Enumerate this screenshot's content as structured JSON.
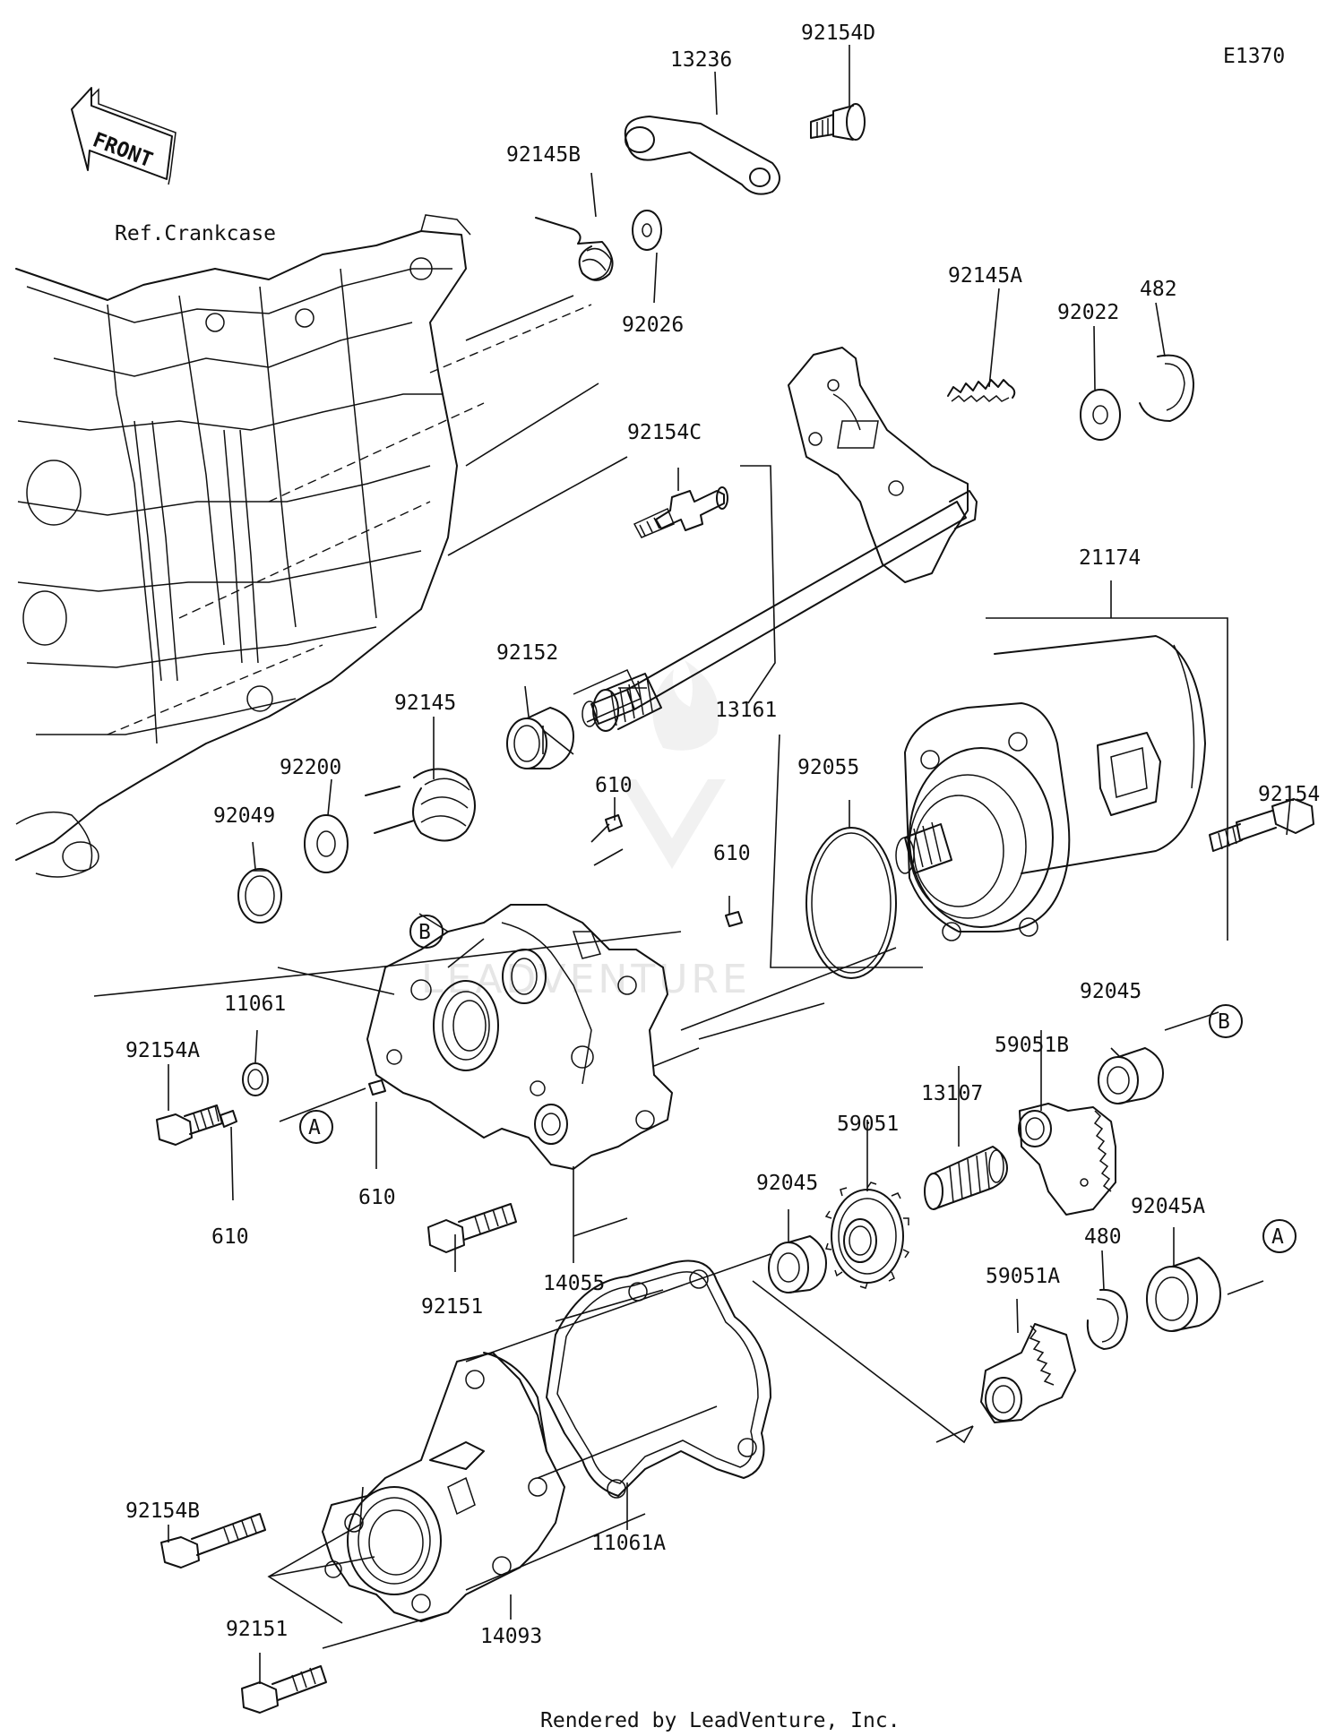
{
  "diagram_id": "E1370",
  "footer": "Rendered by LeadVenture, Inc.",
  "watermark": "LEADVENTURE",
  "front_label": "FRONT",
  "ref_label": "Ref.Crankcase",
  "callouts": {
    "a": "A",
    "b": "B"
  },
  "parts": {
    "p13236": "13236",
    "p92154D": "92154D",
    "p92145B": "92145B",
    "p92026": "92026",
    "p482": "482",
    "p92145A": "92145A",
    "p92022": "92022",
    "p92154C": "92154C",
    "p21174": "21174",
    "p92152": "92152",
    "p13161": "13161",
    "p92145": "92145",
    "p92200": "92200",
    "p92049": "92049",
    "p610a": "610",
    "p610b": "610",
    "p610c": "610",
    "p610d": "610",
    "p92055": "92055",
    "p92154": "92154",
    "p11061": "11061",
    "p92154A": "92154A",
    "p92045a": "92045",
    "p59051B": "59051B",
    "p13107": "13107",
    "p59051": "59051",
    "p92045b": "92045",
    "p14055": "14055",
    "p92151a": "92151",
    "p480": "480",
    "p92045A": "92045A",
    "p59051A": "59051A",
    "p92154B": "92154B",
    "p11061A": "11061A",
    "p14093": "14093",
    "p92151b": "92151"
  }
}
